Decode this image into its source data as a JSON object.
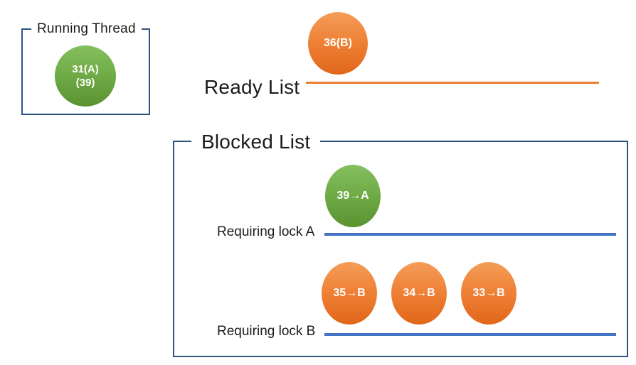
{
  "colors": {
    "thread_green": "#6CA843",
    "thread_green_light": "#85BF5F",
    "thread_green_dark": "#5B9231",
    "thread_orange": "#ED7D31",
    "thread_orange_light": "#F49D58",
    "thread_orange_dark": "#E0661A",
    "ready_line_orange": "#ED7D31",
    "queue_line_blue": "#4472C4",
    "box_border_navy": "#2E5380",
    "text": "#1B1B1B",
    "thread_text": "#FFFFFF"
  },
  "running_thread_box": {
    "title": "Running Thread",
    "thread": {
      "id_line1": "31(A)",
      "id_line2": "(39)"
    }
  },
  "ready_list": {
    "title": "Ready List",
    "threads": [
      {
        "label": "36(B)"
      }
    ]
  },
  "blocked_list_box": {
    "title": "Blocked List",
    "queues": [
      {
        "label": "Requiring lock A",
        "threads": [
          {
            "label": "39→A"
          }
        ]
      },
      {
        "label": "Requiring lock B",
        "threads": [
          {
            "label": "35→B"
          },
          {
            "label": "34→B"
          },
          {
            "label": "33→B"
          }
        ]
      }
    ]
  }
}
